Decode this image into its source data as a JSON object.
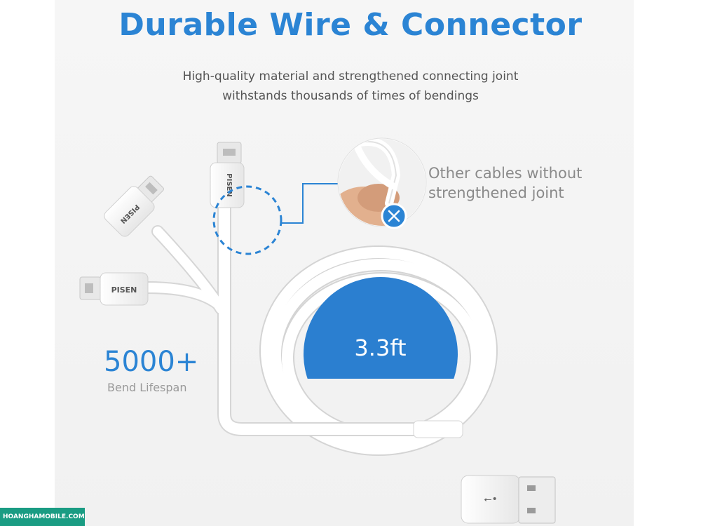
{
  "heading": {
    "title": "Durable Wire & Connector",
    "subtitle_line1": "High-quality material and strengthened connecting joint",
    "subtitle_line2": "withstands thousands of times of bendings"
  },
  "callout": {
    "line1": "Other cables without",
    "line2": "strengthened joint",
    "icon": "close-icon"
  },
  "stat": {
    "value": "5000+",
    "label": "Bend Lifespan"
  },
  "cable": {
    "length": "3.3ft",
    "connector_brand": "PISEN"
  },
  "watermark": {
    "text": "HOANGHAMOBILE.COM  E.COM"
  },
  "colors": {
    "accent": "#2b84d4",
    "cable": "#ffffff",
    "watermark": "#1a9c83"
  }
}
